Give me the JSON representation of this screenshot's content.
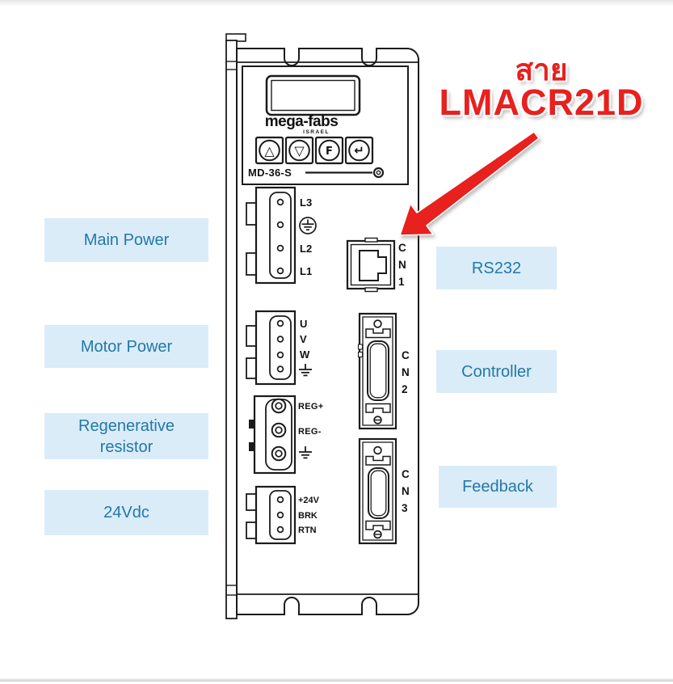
{
  "annotation": {
    "thai_label": "สาย",
    "cable_name": "LMACR21D",
    "color": "#e8201e"
  },
  "device": {
    "brand": "mega-fabs",
    "origin": "ISRAEL",
    "model": "MD-36-S",
    "keypad": {
      "up_glyph": "△",
      "down_glyph": "▽",
      "function_glyph": "F",
      "enter_glyph": "↵"
    },
    "connectors": {
      "main_power": {
        "pins": [
          "L3",
          "L2",
          "L1"
        ]
      },
      "motor_power": {
        "pins": [
          "U",
          "V",
          "W"
        ]
      },
      "regenerative": {
        "pins": [
          "REG+",
          "REG-"
        ]
      },
      "dc_24v": {
        "pins": [
          "+24V",
          "BRK",
          "RTN"
        ]
      },
      "cn1": {
        "chars": [
          "C",
          "N",
          "1"
        ]
      },
      "cn2": {
        "chars": [
          "C",
          "N",
          "2"
        ]
      },
      "cn3": {
        "chars": [
          "C",
          "N",
          "3"
        ]
      }
    }
  },
  "labels": {
    "left": [
      {
        "id": "main-power",
        "text": "Main Power"
      },
      {
        "id": "motor-power",
        "text": "Motor Power"
      },
      {
        "id": "regenerative-resistor",
        "text": "Regenerative\nresistor"
      },
      {
        "id": "24vdc",
        "text": "24Vdc"
      }
    ],
    "right": [
      {
        "id": "rs232",
        "text": "RS232"
      },
      {
        "id": "controller",
        "text": "Controller"
      },
      {
        "id": "feedback",
        "text": "Feedback"
      }
    ]
  },
  "colors": {
    "page_background": "#ffffff",
    "label_background": "#d9ecf8",
    "label_text": "#2478a8",
    "line_art": "#1b1b1b",
    "annotation_red": "#e8201e"
  }
}
